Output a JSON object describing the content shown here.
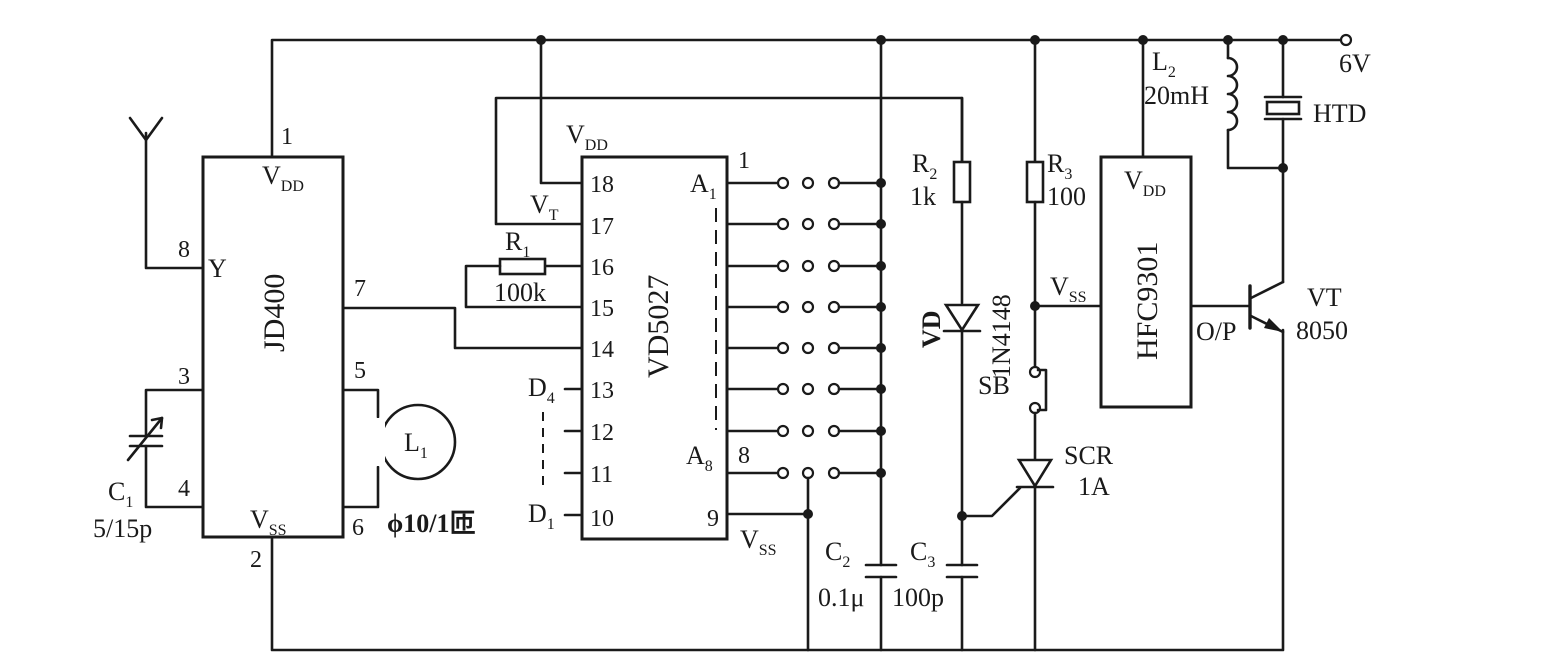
{
  "supply": {
    "voltage": "6V"
  },
  "jd400": {
    "name": "JD400",
    "vdd": "V",
    "vdd_sub": "DD",
    "vss": "V",
    "vss_sub": "SS",
    "y": "Y",
    "pins": {
      "p1": "1",
      "p2": "2",
      "p3": "3",
      "p4": "4",
      "p5": "5",
      "p6": "6",
      "p7": "7",
      "p8": "8"
    }
  },
  "vd5027": {
    "name": "VD5027",
    "vdd": "V",
    "vdd_sub": "DD",
    "vt": "V",
    "vt_sub": "T",
    "vss": "V",
    "vss_sub": "SS",
    "a1": "A",
    "a1_sub": "1",
    "a8": "A",
    "a8_sub": "8",
    "d4": "D",
    "d4_sub": "4",
    "d1": "D",
    "d1_sub": "1",
    "pins": {
      "p18": "18",
      "p17": "17",
      "p16": "16",
      "p15": "15",
      "p14": "14",
      "p13": "13",
      "p12": "12",
      "p11": "11",
      "p10": "10",
      "p9": "9",
      "p1": "1",
      "p8": "8"
    }
  },
  "hfc9301": {
    "name": "HFC9301",
    "vdd": "V",
    "vdd_sub": "DD",
    "vss": "V",
    "vss_sub": "SS",
    "output": "O/P"
  },
  "components": {
    "r1": {
      "name": "R",
      "sub": "1",
      "value": "100k"
    },
    "r2": {
      "name": "R",
      "sub": "2",
      "value": "1k"
    },
    "r3": {
      "name": "R",
      "sub": "3",
      "value": "100"
    },
    "c1": {
      "name": "C",
      "sub": "1",
      "value": "5/15p"
    },
    "c2": {
      "name": "C",
      "sub": "2",
      "value": "0.1μ"
    },
    "c3": {
      "name": "C",
      "sub": "3",
      "value": "100p"
    },
    "l1": {
      "name": "L",
      "sub": "1",
      "value": "ϕ10/1匝"
    },
    "l2": {
      "name": "L",
      "sub": "2",
      "value": "20mH"
    },
    "vd": {
      "name": "VD",
      "part": "1N4148"
    },
    "scr": {
      "name": "SCR",
      "rating": "1A"
    },
    "sb": {
      "name": "SB"
    },
    "htd": {
      "name": "HTD"
    },
    "vt": {
      "name": "VT",
      "part": "8050"
    }
  },
  "icons": [
    "antenna-icon",
    "resistor-icon",
    "capacitor-icon",
    "variable-capacitor-icon",
    "inductor-icon",
    "loop-coil-icon",
    "diode-icon",
    "thyristor-icon",
    "push-button-icon",
    "buzzer-icon",
    "npn-transistor-icon",
    "dip-switch-icon"
  ],
  "colors": {
    "ink": "#1a1a1a",
    "background": "#ffffff"
  }
}
